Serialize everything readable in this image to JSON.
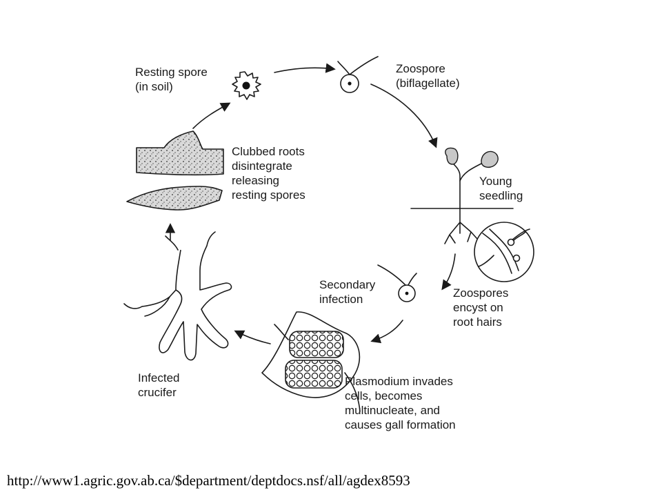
{
  "diagram": {
    "labels": {
      "resting_spore": [
        "Resting spore",
        "(in soil)"
      ],
      "zoospore": [
        "Zoospore",
        "(biflagellate)"
      ],
      "young_seedling": [
        "Young",
        "seedling"
      ],
      "zoospores_encyst": [
        "Zoospores",
        "encyst on",
        "root hairs"
      ],
      "secondary_infection": [
        "Secondary",
        "infection"
      ],
      "plasmodium": [
        "Plasmodium invades",
        "cells, becomes",
        "multinucleate, and",
        "causes gall formation"
      ],
      "infected_crucifer": [
        "Infected",
        "crucifer"
      ],
      "clubbed_roots": [
        "Clubbed roots",
        "disintegrate",
        "releasing",
        "resting spores"
      ]
    }
  },
  "footer": {
    "source_url": "http://www1.agric.gov.ab.ca/$department/deptdocs.nsf/all/agdex8593"
  }
}
